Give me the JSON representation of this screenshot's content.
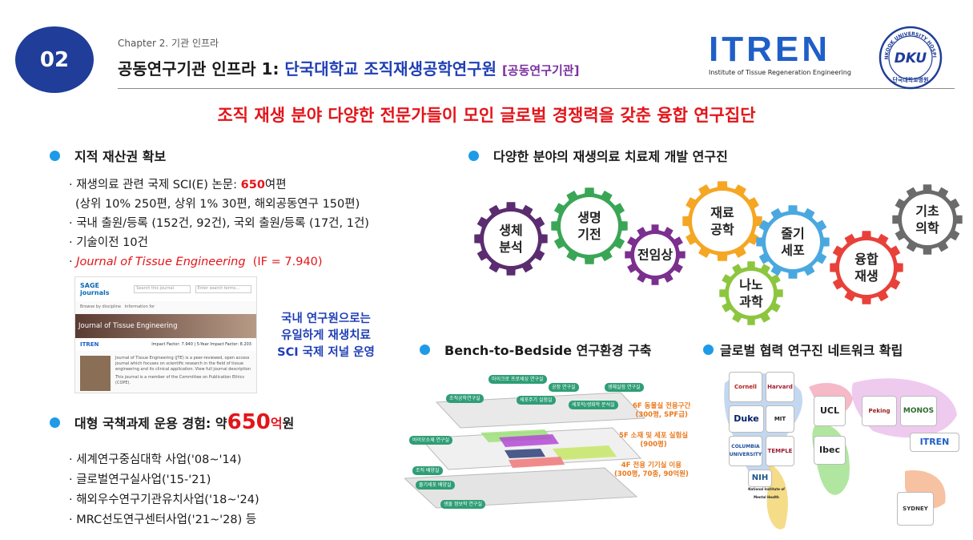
{
  "header": {
    "badge": "02",
    "chapter": "Chapter 2. 기관 인프라",
    "title_prefix": "공동연구기관 인프라 1: ",
    "title_institute": "단국대학교 조직재생공학연구원",
    "title_tag": "[공동연구기관]",
    "itren_wordmark": "ITREN",
    "itren_subtitle": "Institute of Tissue Regeneration Engineering",
    "dku_mark": "DKU",
    "dku_ring_text": "DANKOOK UNIVERSITY HOSPITAL",
    "dku_bottom_text": "단국대학교병원"
  },
  "tagline": "조직 재생 분야 다양한 전문가들이 모인 글로벌 경쟁력을 갖춘 융합 연구집단",
  "ip": {
    "title": "지적 재산권 확보",
    "line1_prefix": "· 재생의료 관련 국제 SCI(E) 논문: ",
    "line1_num": "650",
    "line1_suffix": "여편",
    "line2": "(상위 10% 250편, 상위 1% 30편, 해외공동연구 150편)",
    "line3": "· 국내 출원/등록 (152건, 92건), 국외 출원/등록 (17건, 1건)",
    "line4": "· 기술이전 10건",
    "line5_prefix": "· ",
    "line5_journal": "Journal of Tissue Engineering",
    "line5_if": "(IF = 7.940)"
  },
  "journal_card": {
    "publisher": "SAGE journals",
    "search_placeholder": "Search this journal",
    "search_all": "Enter search terms...",
    "browse": "Browse by discipline",
    "info": "Information for",
    "banner": "Journal of Tissue Engineering",
    "logo": "ITREN",
    "impact": "Impact Factor: 7.940 | 5-Year Impact Factor: 8.203",
    "desc": "Journal of Tissue Engineering (JTE) is a peer-reviewed, open access journal which focuses on scientific research in the field of tissue engineering and its clinical application. View full journal description",
    "member": "This journal is a member of the Committee on Publication Ethics (COPE)."
  },
  "domestic_note": [
    "국내 연구원으로는",
    "유일하게 재생치료",
    "SCI 국제 저널 운영"
  ],
  "projects": {
    "title_prefix": "대형 국책과제 운용 경험: 약 ",
    "title_num": "650",
    "title_unit": "억",
    "title_suffix": " 원",
    "items": [
      "· 세계연구중심대학 사업('08~'14)",
      "· 글로벌연구실사업('15-'21)",
      "· 해외우수연구기관유치사업('18~'24)",
      "· MRC선도연구센터사업('21~'28) 등"
    ]
  },
  "gears": {
    "title": "다양한 분야의 재생의료 치료제 개발 연구진",
    "items": [
      {
        "label": [
          "생체",
          "분석"
        ],
        "color": "#5b2c6f"
      },
      {
        "label": [
          "생명",
          "기전"
        ],
        "color": "#3aa655"
      },
      {
        "label": [
          "전임상"
        ],
        "color": "#7b2f8e"
      },
      {
        "label": [
          "재료",
          "공학"
        ],
        "color": "#f5a623"
      },
      {
        "label": [
          "나노",
          "과학"
        ],
        "color": "#8cc63f"
      },
      {
        "label": [
          "줄기",
          "세포"
        ],
        "color": "#4aa8e0"
      },
      {
        "label": [
          "융합",
          "재생"
        ],
        "color": "#e8413a"
      },
      {
        "label": [
          "기초",
          "의학"
        ],
        "color": "#6b6b6b"
      }
    ]
  },
  "bench": {
    "title": "Bench-to-Bedside 연구환경 구축",
    "floors": [
      {
        "label": "6F 동물실 전용구간",
        "sub": "(300평, SPF급)"
      },
      {
        "label": "5F 소재 및 세포 실험실",
        "sub": "(900평)"
      },
      {
        "label": "4F 전용 기기실 이용",
        "sub": "(300평, 70종, 90억원)"
      }
    ],
    "pills": [
      "마이크로 프로세싱 연구실",
      "조직공학연구실",
      "세포주기 실험실",
      "공정 연구실",
      "세포학/생화학 분석실",
      "생체실험 연구실",
      "바이오소재 연구실",
      "조직 배양실",
      "줄기세포 배양실",
      "생물 정보학 연구실"
    ]
  },
  "network": {
    "title": "글로벌 협력 연구진 네트워크 확립",
    "logos": [
      "Cornell",
      "Harvard",
      "Duke",
      "MIT",
      "UCL",
      "Peking",
      "MONOS",
      "COLUMBIA UNIVERSITY",
      "TEMPLE",
      "Ibec",
      "ITREN",
      "NIH",
      "National Institute of Mental Health",
      "SYDNEY"
    ]
  }
}
